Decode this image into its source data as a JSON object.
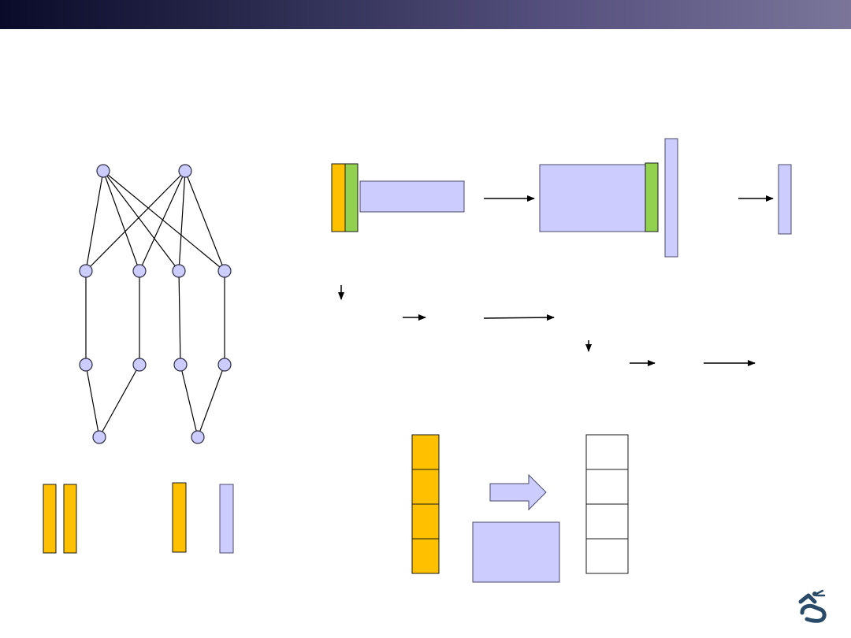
{
  "colors": {
    "title_bar_start": "#0a0a2a",
    "title_bar_end": "#7a7599",
    "node_fill": "#ccccff",
    "node_stroke": "#2a2a40",
    "lavender": "#ccccff",
    "gold": "#ffc000",
    "green": "#92d050",
    "white": "#ffffff",
    "line": "#000000",
    "logo": "#2a4a6a"
  },
  "graph": {
    "layers": [
      [
        "root-1",
        "root-2"
      ],
      [
        "hidden-1",
        "hidden-2",
        "hidden-3",
        "hidden-4"
      ],
      [
        "lower-1",
        "lower-2",
        "lower-3",
        "lower-4"
      ],
      [
        "leaf-1",
        "leaf-2"
      ]
    ],
    "edges": [
      [
        "root-1",
        "hidden-1"
      ],
      [
        "root-1",
        "hidden-2"
      ],
      [
        "root-1",
        "hidden-3"
      ],
      [
        "root-1",
        "hidden-4"
      ],
      [
        "root-2",
        "hidden-1"
      ],
      [
        "root-2",
        "hidden-2"
      ],
      [
        "root-2",
        "hidden-3"
      ],
      [
        "root-2",
        "hidden-4"
      ],
      [
        "hidden-1",
        "lower-1"
      ],
      [
        "hidden-2",
        "lower-2"
      ],
      [
        "hidden-3",
        "lower-3"
      ],
      [
        "hidden-4",
        "lower-4"
      ],
      [
        "lower-1",
        "leaf-1"
      ],
      [
        "lower-2",
        "leaf-1"
      ],
      [
        "lower-3",
        "leaf-2"
      ],
      [
        "lower-4",
        "leaf-2"
      ]
    ]
  },
  "logo": {
    "icon": "robot-arm-logo-icon"
  }
}
